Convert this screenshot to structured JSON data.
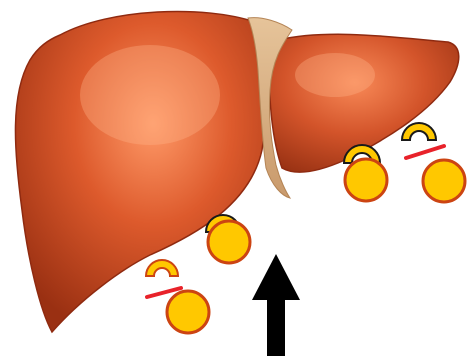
{
  "diagram": {
    "colors": {
      "liver_light": "#ff8f5e",
      "liver_mid": "#d9552a",
      "liver_dark": "#8f2a10",
      "ligament": "#d9b48a",
      "ball_fill": "#ffc800",
      "ball_stroke": "#cc4412",
      "blocker": "#e8222a",
      "arrow": "#000000"
    },
    "elements": {
      "liver": "liver",
      "ligament": "falciform-ligament",
      "arrow": "arrow",
      "groups": [
        "molecule-group-left",
        "molecule-group-center",
        "molecule-group-right-1",
        "molecule-group-right-2"
      ]
    }
  }
}
